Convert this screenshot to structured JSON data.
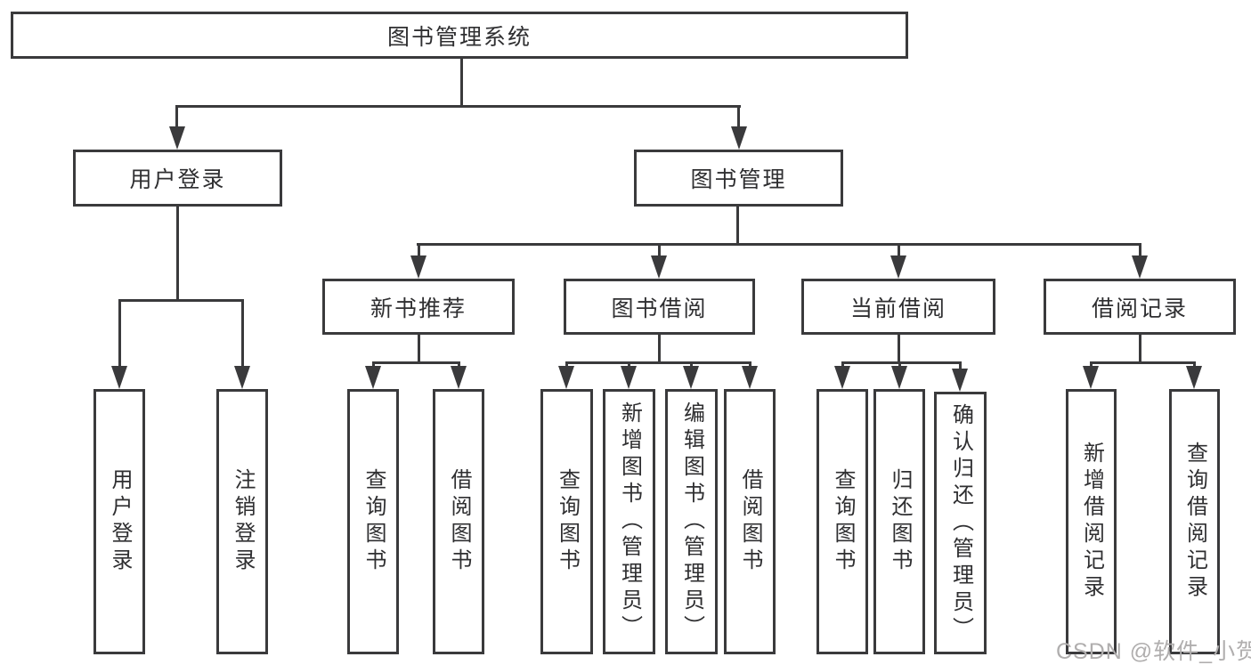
{
  "diagram_title": "图书管理系统",
  "hierarchy": {
    "root": {
      "label": "图书管理系统"
    },
    "children": [
      {
        "label": "用户登录",
        "children": [
          {
            "label": "用户登录"
          },
          {
            "label": "注销登录"
          }
        ]
      },
      {
        "label": "图书管理",
        "children": [
          {
            "label": "新书推荐",
            "children": [
              {
                "label": "查询图书"
              },
              {
                "label": "借阅图书"
              }
            ]
          },
          {
            "label": "图书借阅",
            "children": [
              {
                "label": "查询图书"
              },
              {
                "label": "新增图书（管理员）"
              },
              {
                "label": "编辑图书（管理员）"
              },
              {
                "label": "借阅图书"
              }
            ]
          },
          {
            "label": "当前借阅",
            "children": [
              {
                "label": "查询图书"
              },
              {
                "label": "归还图书"
              },
              {
                "label": "确认归还（管理员）"
              }
            ]
          },
          {
            "label": "借阅记录",
            "children": [
              {
                "label": "新增借阅记录"
              },
              {
                "label": "查询借阅记录"
              }
            ]
          }
        ]
      }
    ]
  },
  "watermark": {
    "text": "CSDN @软件_小贺同学"
  },
  "colors": {
    "line": "#3a3a3c",
    "text": "#2f2f31",
    "watermark": "#b0aeae",
    "background": "#ffffff"
  }
}
